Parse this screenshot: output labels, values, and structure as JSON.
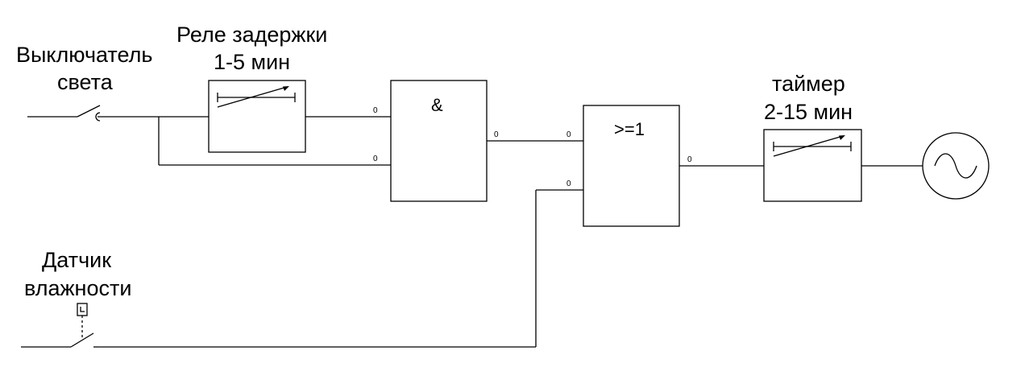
{
  "labels": {
    "switch_line1": "Выключатель",
    "switch_line2": "света",
    "relay_line1": "Реле задержки",
    "relay_line2": "1-5 мин",
    "timer_line1": "таймер",
    "timer_line2": "2-15 мин",
    "sensor_line1": "Датчик",
    "sensor_line2": "влажности"
  },
  "gates": {
    "and_symbol": "&",
    "or_symbol": ">=1"
  },
  "pins": {
    "and_in1": "0",
    "and_in2": "0",
    "and_out": "0",
    "or_in1": "0",
    "or_in2": "0",
    "or_out": "0"
  },
  "colors": {
    "line": "#000000",
    "background": "#ffffff"
  }
}
